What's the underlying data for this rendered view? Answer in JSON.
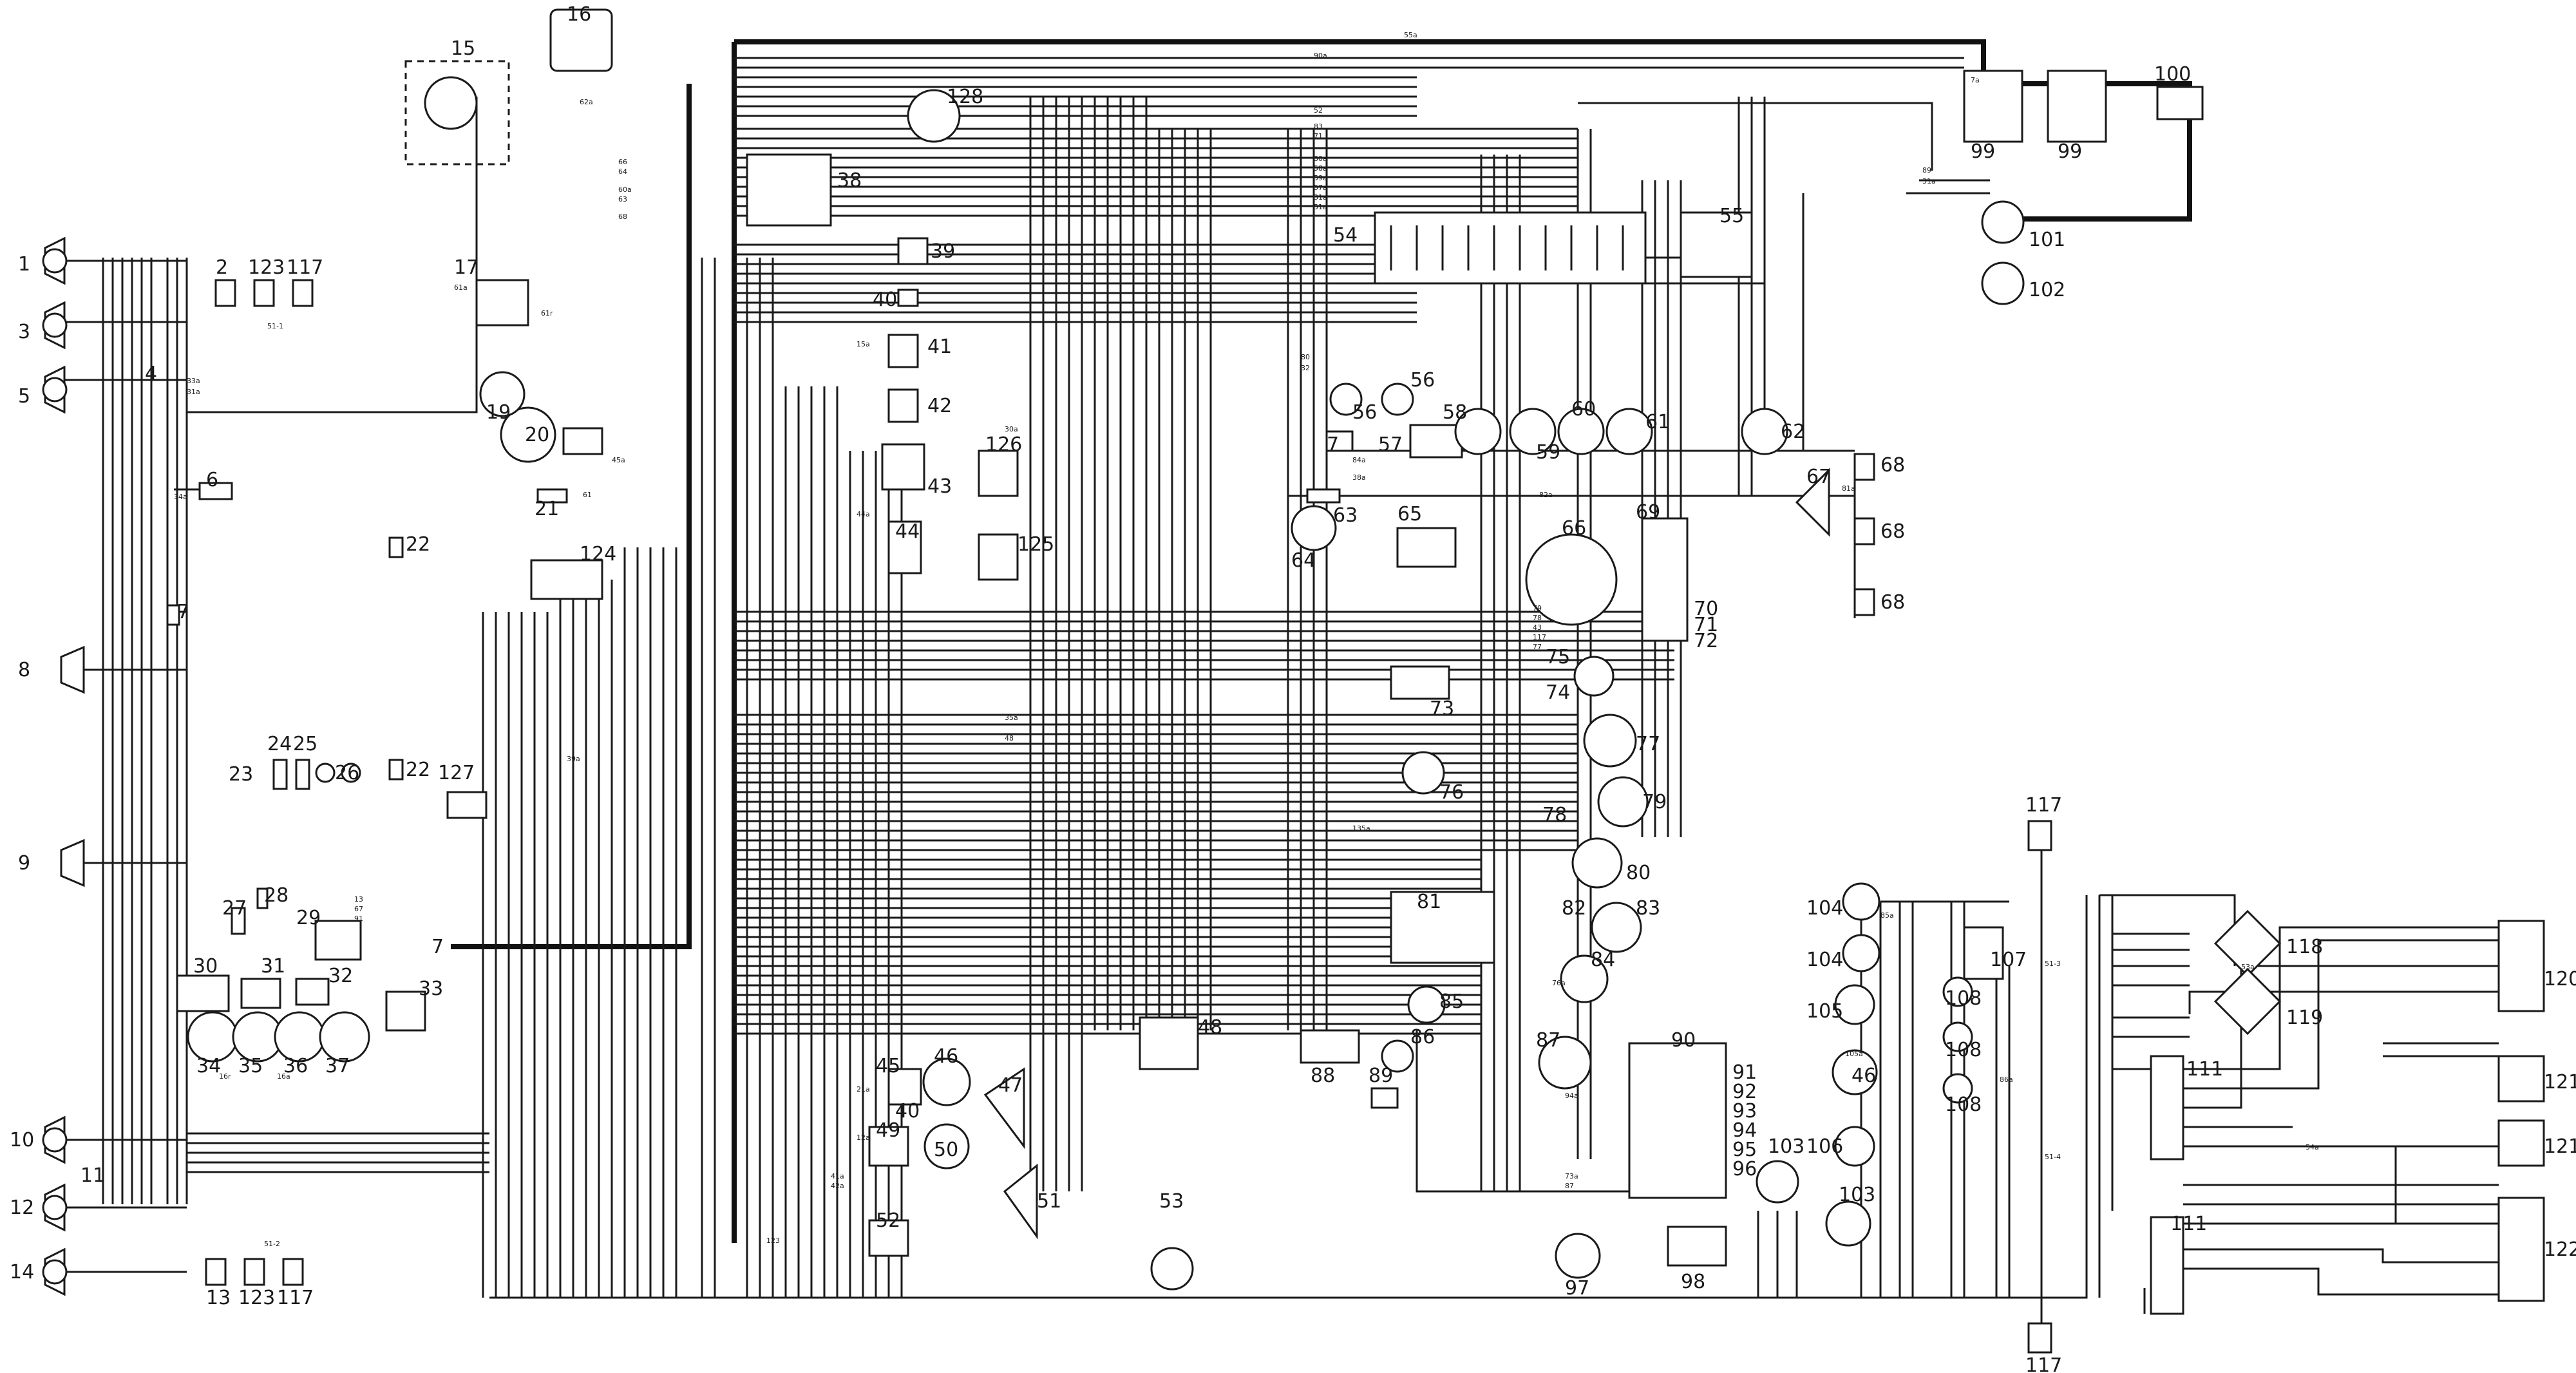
{
  "diagram": {
    "components": [
      {
        "id": "c1",
        "label": "1"
      },
      {
        "id": "c2",
        "label": "2"
      },
      {
        "id": "c3",
        "label": "3"
      },
      {
        "id": "c4",
        "label": "4"
      },
      {
        "id": "c5",
        "label": "5"
      },
      {
        "id": "c6",
        "label": "6"
      },
      {
        "id": "c7a",
        "label": "7"
      },
      {
        "id": "c7b",
        "label": "7"
      },
      {
        "id": "c7c",
        "label": "7"
      },
      {
        "id": "c8",
        "label": "8"
      },
      {
        "id": "c9",
        "label": "9"
      },
      {
        "id": "c10",
        "label": "10"
      },
      {
        "id": "c11a",
        "label": "11"
      },
      {
        "id": "c12",
        "label": "12"
      },
      {
        "id": "c13",
        "label": "13"
      },
      {
        "id": "c14",
        "label": "14"
      },
      {
        "id": "c15",
        "label": "15"
      },
      {
        "id": "c16",
        "label": "16"
      },
      {
        "id": "c17",
        "label": "17"
      },
      {
        "id": "c19",
        "label": "19"
      },
      {
        "id": "c20",
        "label": "20"
      },
      {
        "id": "c21",
        "label": "21"
      },
      {
        "id": "c22a",
        "label": "22"
      },
      {
        "id": "c22b",
        "label": "22"
      },
      {
        "id": "c23",
        "label": "23"
      },
      {
        "id": "c24",
        "label": "24"
      },
      {
        "id": "c25",
        "label": "25"
      },
      {
        "id": "c26",
        "label": "26"
      },
      {
        "id": "c27",
        "label": "27"
      },
      {
        "id": "c28",
        "label": "28"
      },
      {
        "id": "c29",
        "label": "29"
      },
      {
        "id": "c30",
        "label": "30"
      },
      {
        "id": "c31",
        "label": "31"
      },
      {
        "id": "c32",
        "label": "32"
      },
      {
        "id": "c33",
        "label": "33"
      },
      {
        "id": "c34",
        "label": "34"
      },
      {
        "id": "c35",
        "label": "35"
      },
      {
        "id": "c36",
        "label": "36"
      },
      {
        "id": "c37",
        "label": "37"
      },
      {
        "id": "c38",
        "label": "38"
      },
      {
        "id": "c39",
        "label": "39"
      },
      {
        "id": "c40a",
        "label": "40"
      },
      {
        "id": "c40b",
        "label": "40"
      },
      {
        "id": "c41",
        "label": "41"
      },
      {
        "id": "c42",
        "label": "42"
      },
      {
        "id": "c43",
        "label": "43"
      },
      {
        "id": "c44",
        "label": "44"
      },
      {
        "id": "c45",
        "label": "45"
      },
      {
        "id": "c46a",
        "label": "46"
      },
      {
        "id": "c46b",
        "label": "46"
      },
      {
        "id": "c47",
        "label": "47"
      },
      {
        "id": "c48",
        "label": "48"
      },
      {
        "id": "c49",
        "label": "49"
      },
      {
        "id": "c50",
        "label": "50"
      },
      {
        "id": "c51",
        "label": "51"
      },
      {
        "id": "c52",
        "label": "52"
      },
      {
        "id": "c53",
        "label": "53"
      },
      {
        "id": "c54",
        "label": "54"
      },
      {
        "id": "c55",
        "label": "55"
      },
      {
        "id": "c56a",
        "label": "56"
      },
      {
        "id": "c56b",
        "label": "56"
      },
      {
        "id": "c57",
        "label": "57"
      },
      {
        "id": "c58",
        "label": "58"
      },
      {
        "id": "c59",
        "label": "59"
      },
      {
        "id": "c60",
        "label": "60"
      },
      {
        "id": "c61",
        "label": "61"
      },
      {
        "id": "c62",
        "label": "62"
      },
      {
        "id": "c63",
        "label": "63"
      },
      {
        "id": "c64",
        "label": "64"
      },
      {
        "id": "c65",
        "label": "65"
      },
      {
        "id": "c66",
        "label": "66"
      },
      {
        "id": "c67",
        "label": "67"
      },
      {
        "id": "c68a",
        "label": "68"
      },
      {
        "id": "c68b",
        "label": "68"
      },
      {
        "id": "c68c",
        "label": "68"
      },
      {
        "id": "c69",
        "label": "69"
      },
      {
        "id": "c70",
        "label": "70"
      },
      {
        "id": "c71",
        "label": "71"
      },
      {
        "id": "c72",
        "label": "72"
      },
      {
        "id": "c73",
        "label": "73"
      },
      {
        "id": "c74",
        "label": "74"
      },
      {
        "id": "c75",
        "label": "75"
      },
      {
        "id": "c76",
        "label": "76"
      },
      {
        "id": "c77",
        "label": "77"
      },
      {
        "id": "c78",
        "label": "78"
      },
      {
        "id": "c79",
        "label": "79"
      },
      {
        "id": "c80",
        "label": "80"
      },
      {
        "id": "c81",
        "label": "81"
      },
      {
        "id": "c82",
        "label": "82"
      },
      {
        "id": "c83",
        "label": "83"
      },
      {
        "id": "c84",
        "label": "84"
      },
      {
        "id": "c85",
        "label": "85"
      },
      {
        "id": "c86",
        "label": "86"
      },
      {
        "id": "c87",
        "label": "87"
      },
      {
        "id": "c88",
        "label": "88"
      },
      {
        "id": "c89",
        "label": "89"
      },
      {
        "id": "c90",
        "label": "90"
      },
      {
        "id": "c91",
        "label": "91"
      },
      {
        "id": "c92",
        "label": "92"
      },
      {
        "id": "c93",
        "label": "93"
      },
      {
        "id": "c94",
        "label": "94"
      },
      {
        "id": "c95",
        "label": "95"
      },
      {
        "id": "c96",
        "label": "96"
      },
      {
        "id": "c97",
        "label": "97"
      },
      {
        "id": "c98",
        "label": "98"
      },
      {
        "id": "c99a",
        "label": "99"
      },
      {
        "id": "c99b",
        "label": "99"
      },
      {
        "id": "c100",
        "label": "100"
      },
      {
        "id": "c101",
        "label": "101"
      },
      {
        "id": "c102",
        "label": "102"
      },
      {
        "id": "c103a",
        "label": "103"
      },
      {
        "id": "c103b",
        "label": "103"
      },
      {
        "id": "c104a",
        "label": "104"
      },
      {
        "id": "c104b",
        "label": "104"
      },
      {
        "id": "c105",
        "label": "105"
      },
      {
        "id": "c106",
        "label": "106"
      },
      {
        "id": "c107",
        "label": "107"
      },
      {
        "id": "c108a",
        "label": "108"
      },
      {
        "id": "c108b",
        "label": "108"
      },
      {
        "id": "c108c",
        "label": "108"
      },
      {
        "id": "c111a",
        "label": "111"
      },
      {
        "id": "c111b",
        "label": "111"
      },
      {
        "id": "c117a",
        "label": "117"
      },
      {
        "id": "c117b",
        "label": "117"
      },
      {
        "id": "c117c",
        "label": "117"
      },
      {
        "id": "c117d",
        "label": "117"
      },
      {
        "id": "c118",
        "label": "118"
      },
      {
        "id": "c119",
        "label": "119"
      },
      {
        "id": "c120",
        "label": "120"
      },
      {
        "id": "c121a",
        "label": "121"
      },
      {
        "id": "c121b",
        "label": "121"
      },
      {
        "id": "c122",
        "label": "122"
      },
      {
        "id": "c123a",
        "label": "123"
      },
      {
        "id": "c123b",
        "label": "123"
      },
      {
        "id": "c124",
        "label": "124"
      },
      {
        "id": "c125",
        "label": "125"
      },
      {
        "id": "c126",
        "label": "126"
      },
      {
        "id": "c127",
        "label": "127"
      },
      {
        "id": "c128",
        "label": "128"
      }
    ],
    "wire_labels": [
      {
        "id": "w1",
        "text": "55a"
      },
      {
        "id": "w2",
        "text": "90a"
      },
      {
        "id": "w3",
        "text": "89"
      },
      {
        "id": "w4",
        "text": "31a"
      },
      {
        "id": "w5",
        "text": "52"
      },
      {
        "id": "w6",
        "text": "83"
      },
      {
        "id": "w7",
        "text": "71"
      },
      {
        "id": "w8",
        "text": "30a"
      },
      {
        "id": "w9",
        "text": "58a"
      },
      {
        "id": "w10",
        "text": "59a"
      },
      {
        "id": "w11",
        "text": "57a"
      },
      {
        "id": "w12",
        "text": "31a"
      },
      {
        "id": "w13",
        "text": "51a"
      },
      {
        "id": "w14",
        "text": "7a"
      },
      {
        "id": "w15",
        "text": "62a"
      },
      {
        "id": "w16",
        "text": "66"
      },
      {
        "id": "w17",
        "text": "64"
      },
      {
        "id": "w18",
        "text": "60a"
      },
      {
        "id": "w19",
        "text": "63"
      },
      {
        "id": "w20",
        "text": "68"
      },
      {
        "id": "w21",
        "text": "61a"
      },
      {
        "id": "w22",
        "text": "61r"
      },
      {
        "id": "w23",
        "text": "45a"
      },
      {
        "id": "w24",
        "text": "61"
      },
      {
        "id": "w25",
        "text": "33a"
      },
      {
        "id": "w26",
        "text": "31a"
      },
      {
        "id": "w27",
        "text": "34a"
      },
      {
        "id": "w28",
        "text": "39a"
      },
      {
        "id": "w29",
        "text": "15a"
      },
      {
        "id": "w30",
        "text": "30a"
      },
      {
        "id": "w31",
        "text": "44a"
      },
      {
        "id": "w32",
        "text": "80"
      },
      {
        "id": "w33",
        "text": "32"
      },
      {
        "id": "w34",
        "text": "84a"
      },
      {
        "id": "w35",
        "text": "82a"
      },
      {
        "id": "w36",
        "text": "81a"
      },
      {
        "id": "w37",
        "text": "38a"
      },
      {
        "id": "w38",
        "text": "79"
      },
      {
        "id": "w39",
        "text": "78"
      },
      {
        "id": "w40",
        "text": "43"
      },
      {
        "id": "w41",
        "text": "117"
      },
      {
        "id": "w42",
        "text": "77"
      },
      {
        "id": "w43",
        "text": "35a"
      },
      {
        "id": "w44",
        "text": "48"
      },
      {
        "id": "w45",
        "text": "16r"
      },
      {
        "id": "w46",
        "text": "16a"
      },
      {
        "id": "w47",
        "text": "135a"
      },
      {
        "id": "w48",
        "text": "76a"
      },
      {
        "id": "w49",
        "text": "86a"
      },
      {
        "id": "w50",
        "text": "85a"
      },
      {
        "id": "w51",
        "text": "51-3"
      },
      {
        "id": "w52",
        "text": "51-4"
      },
      {
        "id": "w53",
        "text": "51-2"
      },
      {
        "id": "w54",
        "text": "51-1"
      },
      {
        "id": "w55",
        "text": "53a"
      },
      {
        "id": "w56",
        "text": "54a"
      },
      {
        "id": "w57",
        "text": "21a"
      },
      {
        "id": "w58",
        "text": "12a"
      },
      {
        "id": "w59",
        "text": "41a"
      },
      {
        "id": "w60",
        "text": "42a"
      },
      {
        "id": "w61",
        "text": "123"
      },
      {
        "id": "w62",
        "text": "94a"
      },
      {
        "id": "w63",
        "text": "73a"
      },
      {
        "id": "w64",
        "text": "87"
      },
      {
        "id": "w65",
        "text": "105a"
      },
      {
        "id": "w66",
        "text": "13"
      },
      {
        "id": "w67",
        "text": "67"
      },
      {
        "id": "w68",
        "text": "91"
      }
    ]
  }
}
